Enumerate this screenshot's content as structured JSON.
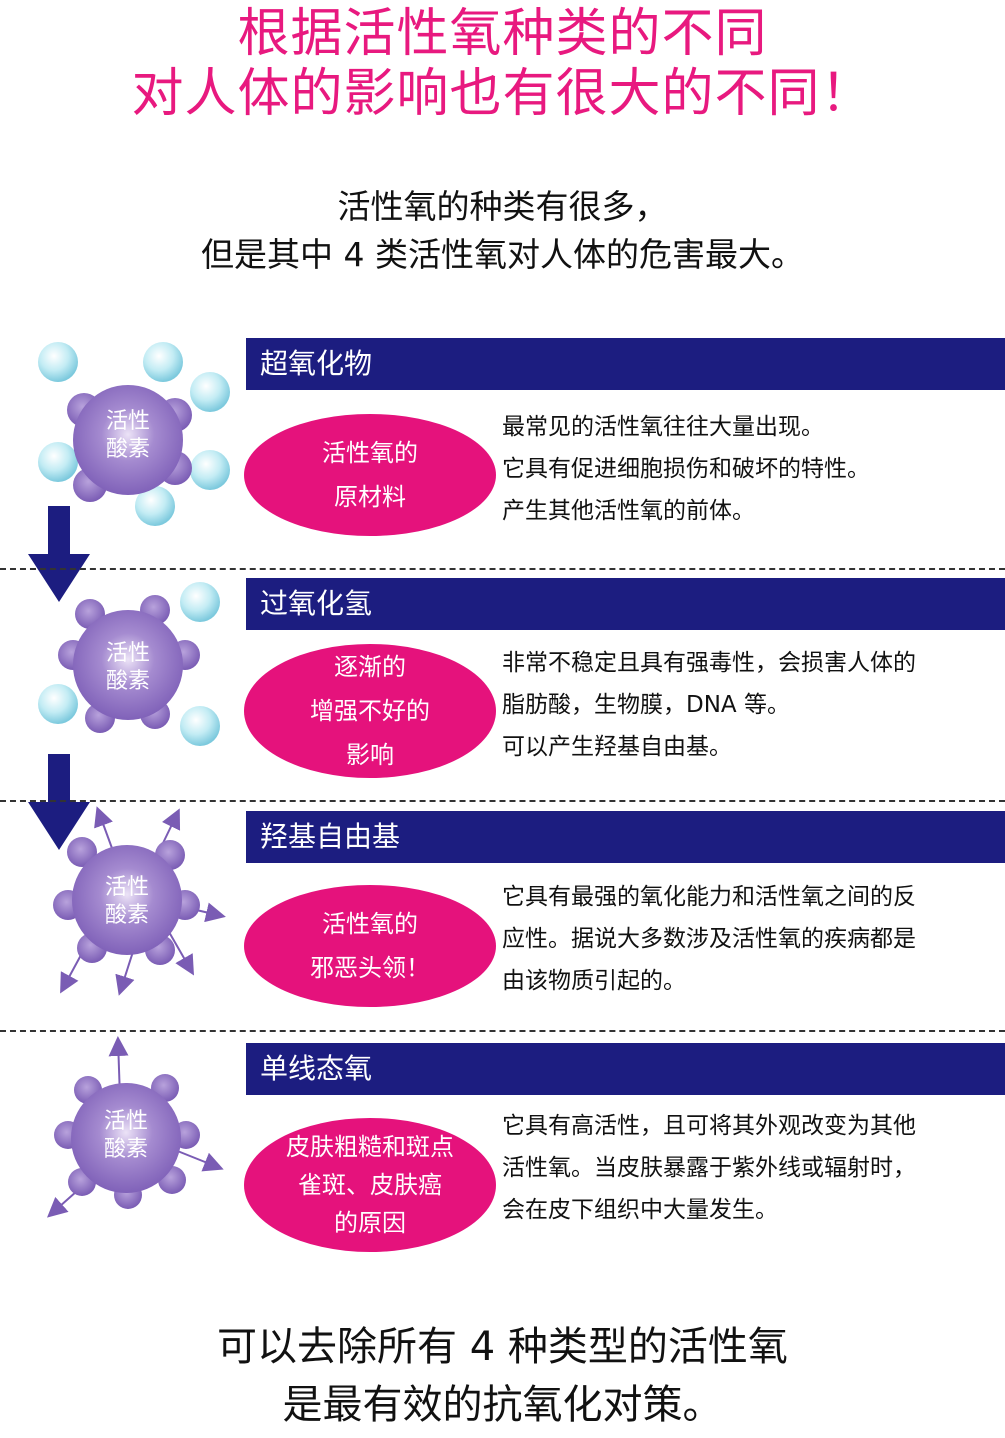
{
  "title": {
    "line1": "根据活性氧种类的不同",
    "line2": "对人体的影响也有很大的不同！"
  },
  "subtitle": {
    "line1": "活性氧的种类有很多，",
    "line2": "但是其中 4 类活性氧对人体的危害最大。"
  },
  "molecule_label": {
    "line1": "活性",
    "line2": "酸素"
  },
  "sections": [
    {
      "name": "超氧化物",
      "badge": [
        "活性氧的",
        "原材料"
      ],
      "desc": [
        "最常见的活性氧往往大量出现。",
        "它具有促进细胞损伤和破坏的特性。",
        "产生其他活性氧的前体。"
      ]
    },
    {
      "name": "过氧化氢",
      "badge": [
        "逐渐的",
        "增强不好的",
        "影响"
      ],
      "desc": [
        "非常不稳定且具有强毒性，会损害人体的",
        "脂肪酸，生物膜，DNA 等。",
        "可以产生羟基自由基。"
      ]
    },
    {
      "name": "羟基自由基",
      "badge": [
        "活性氧的",
        "邪恶头领！"
      ],
      "desc": [
        "它具有最强的氧化能力和活性氧之间的反",
        "应性。据说大多数涉及活性氧的疾病都是",
        "由该物质引起的。"
      ]
    },
    {
      "name": "单线态氧",
      "badge": [
        "皮肤粗糙和斑点",
        "雀斑、皮肤癌",
        "的原因"
      ],
      "desc": [
        "它具有高活性，且可将其外观改变为其他",
        "活性氧。当皮肤暴露于紫外线或辐射时，",
        "会在皮下组织中大量发生。"
      ]
    }
  ],
  "footer": {
    "line1": "可以去除所有 4 种类型的活性氧",
    "line2": "是最有效的抗氧化对策。"
  },
  "colors": {
    "title_pink": "#e5127c",
    "bar_navy": "#1c1d80",
    "molecule_purple": "#8a6bc0",
    "bubble_cyan": "#aee3ee"
  }
}
